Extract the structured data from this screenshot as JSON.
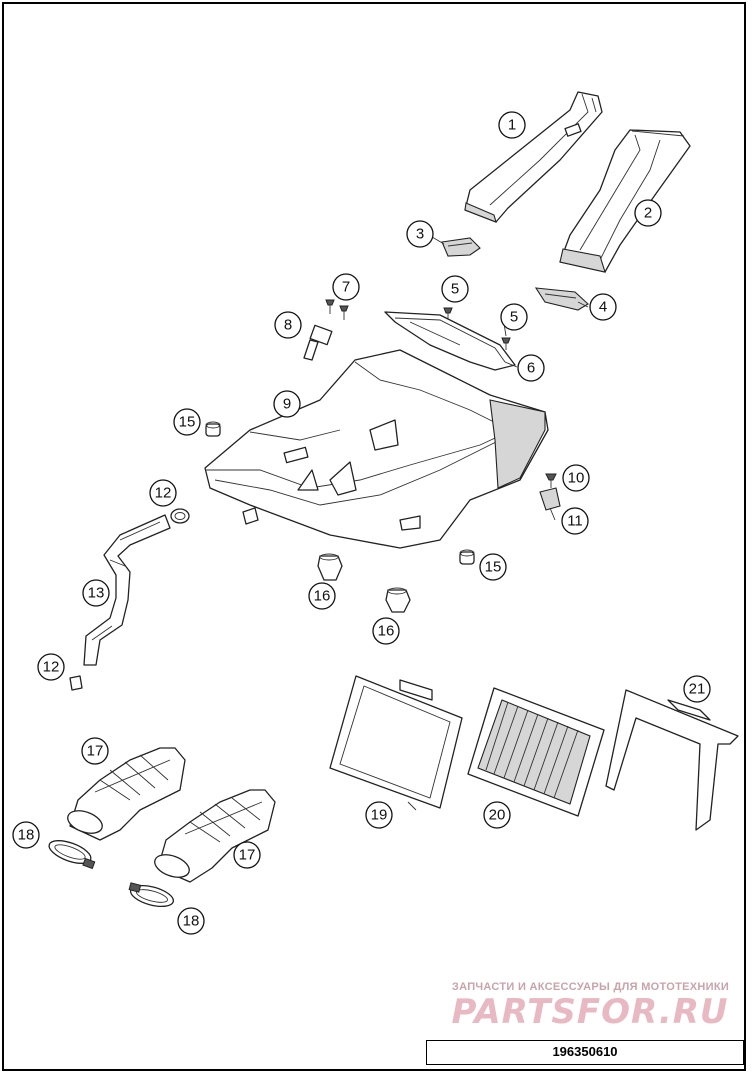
{
  "callouts": [
    {
      "id": "c1",
      "label": "1"
    },
    {
      "id": "c2",
      "label": "2"
    },
    {
      "id": "c3",
      "label": "3"
    },
    {
      "id": "c4",
      "label": "4"
    },
    {
      "id": "c5a",
      "label": "5"
    },
    {
      "id": "c5b",
      "label": "5"
    },
    {
      "id": "c6",
      "label": "6"
    },
    {
      "id": "c7",
      "label": "7"
    },
    {
      "id": "c8",
      "label": "8"
    },
    {
      "id": "c9",
      "label": "9"
    },
    {
      "id": "c10",
      "label": "10"
    },
    {
      "id": "c11",
      "label": "11"
    },
    {
      "id": "c12a",
      "label": "12"
    },
    {
      "id": "c12b",
      "label": "12"
    },
    {
      "id": "c13",
      "label": "13"
    },
    {
      "id": "c15a",
      "label": "15"
    },
    {
      "id": "c15b",
      "label": "15"
    },
    {
      "id": "c16a",
      "label": "16"
    },
    {
      "id": "c16b",
      "label": "16"
    },
    {
      "id": "c17a",
      "label": "17"
    },
    {
      "id": "c17b",
      "label": "17"
    },
    {
      "id": "c18a",
      "label": "18"
    },
    {
      "id": "c18b",
      "label": "18"
    },
    {
      "id": "c19",
      "label": "19"
    },
    {
      "id": "c20",
      "label": "20"
    },
    {
      "id": "c21",
      "label": "21"
    }
  ],
  "watermark": {
    "tagline": "ЗАПЧАСТИ И АКСЕССУАРЫ ДЛЯ МОТОТЕХНИКИ",
    "logo": "PARTSFOR.RU",
    "tagline_color": "#c9a3a9",
    "logo_color": "#e8b9c2"
  },
  "drawing_number": "196350610"
}
